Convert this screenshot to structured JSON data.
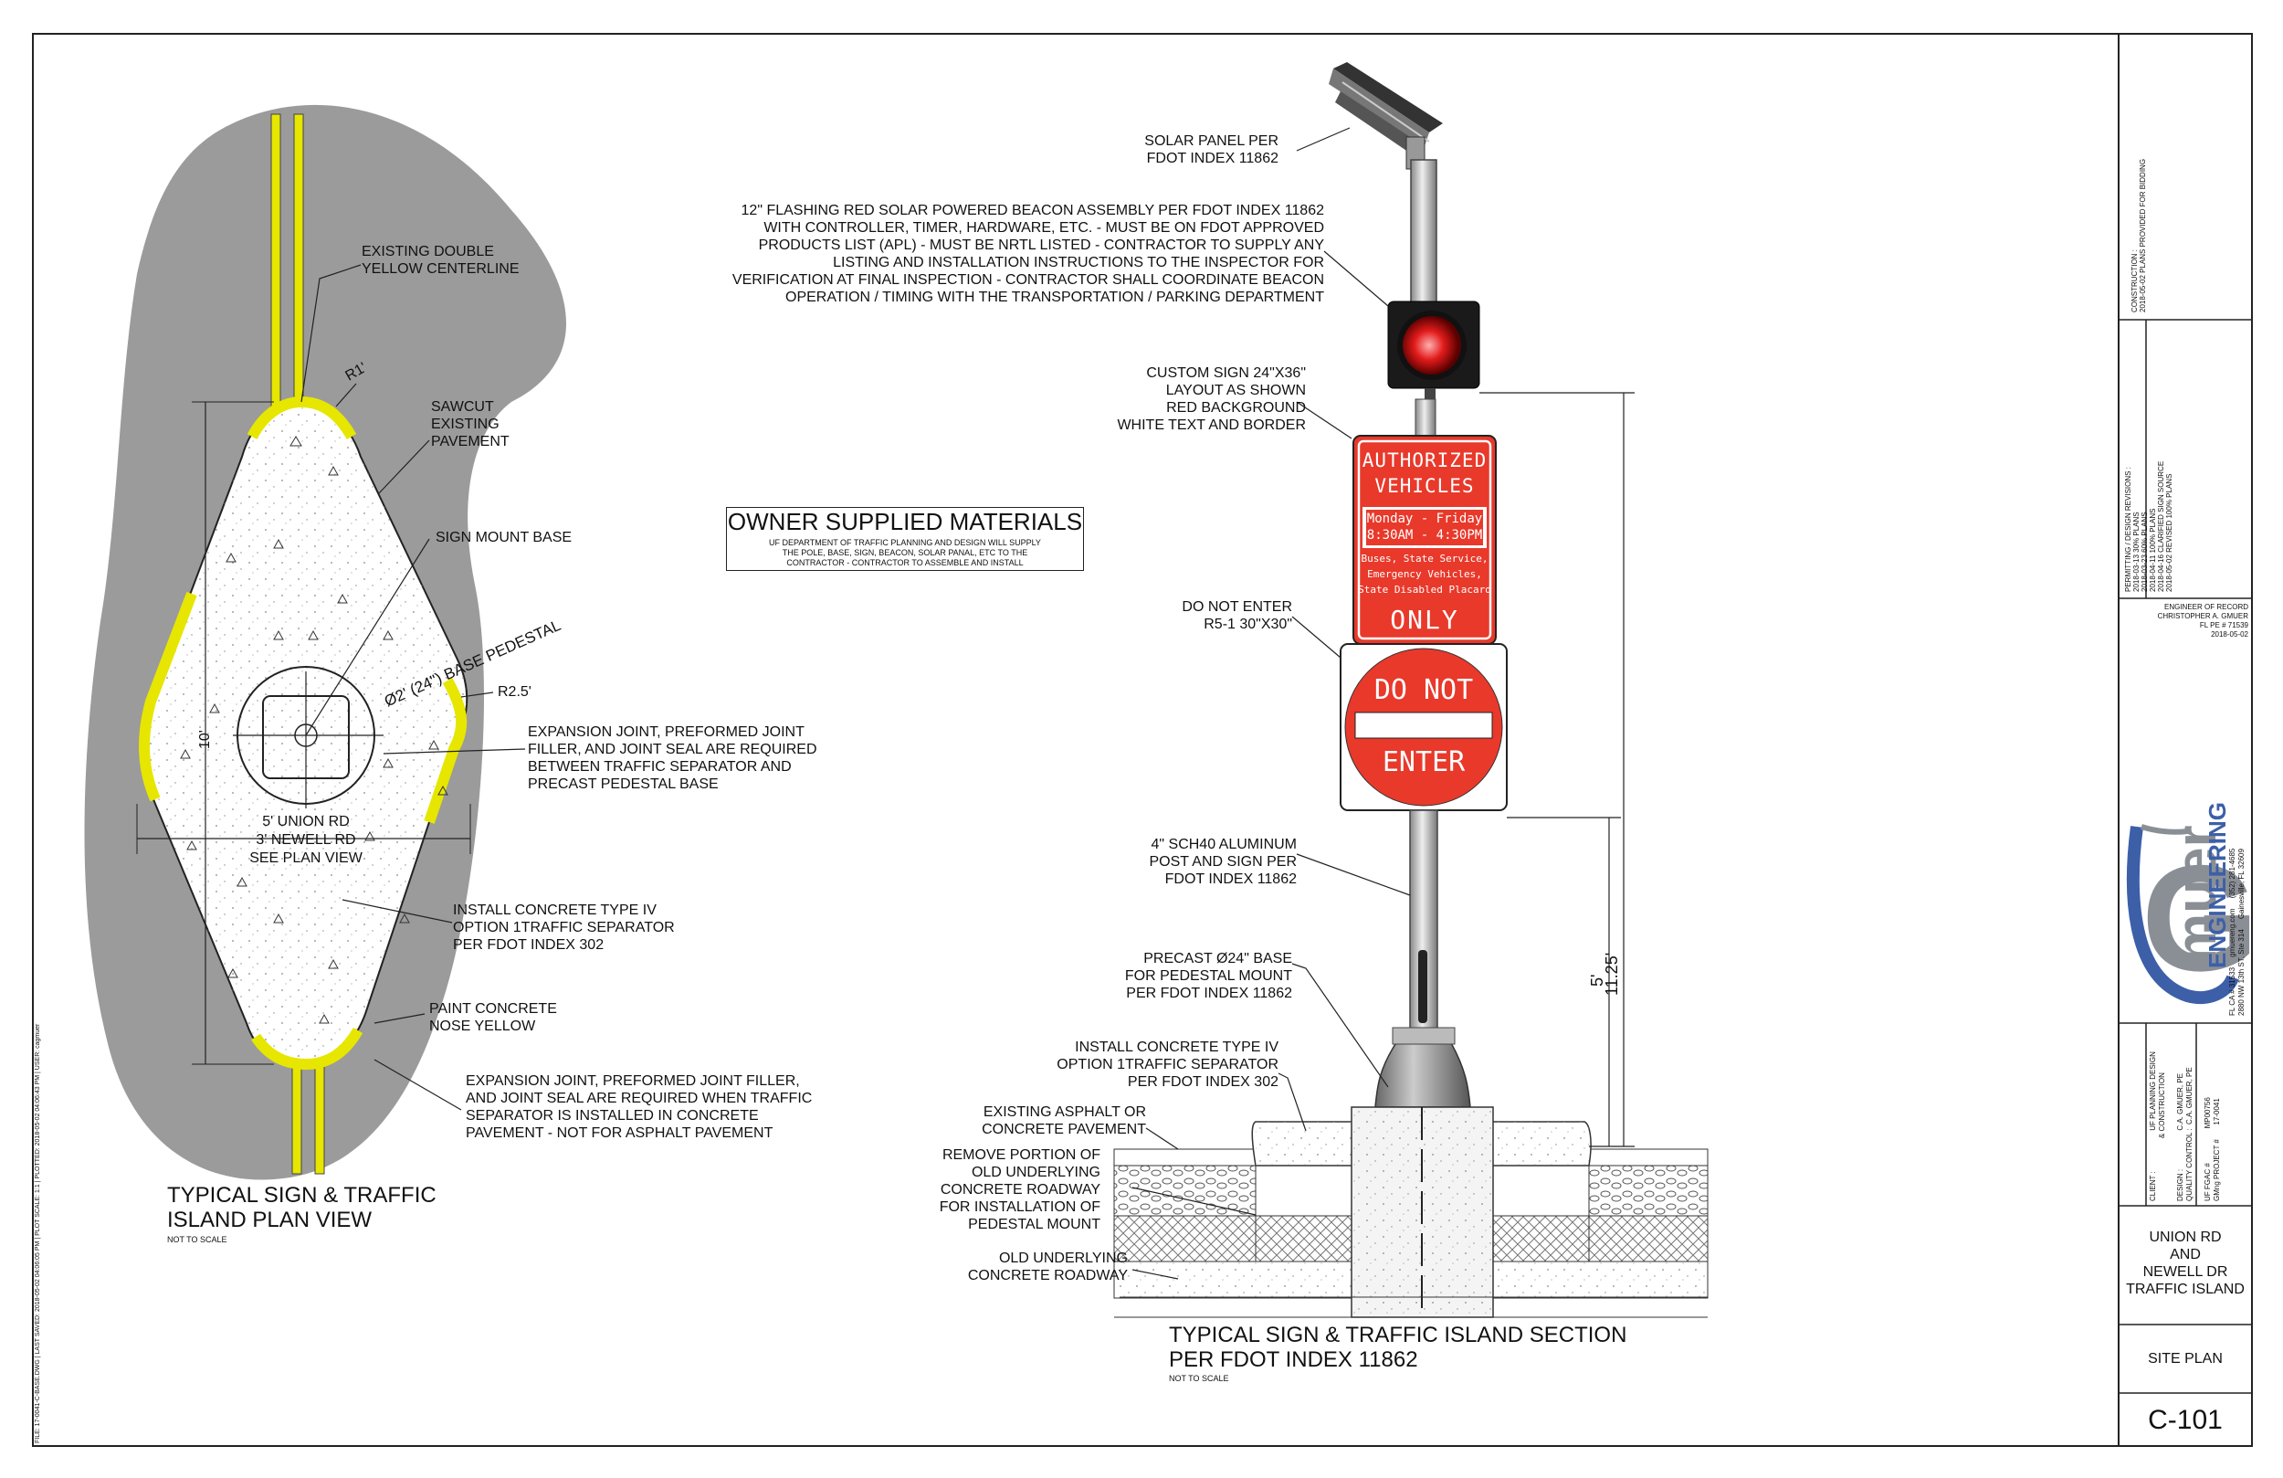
{
  "plan": {
    "title": "TYPICAL SIGN & TRAFFIC\nISLAND PLAN VIEW",
    "nts": "NOT TO SCALE",
    "dim_r1": "R1'",
    "dim_r25": "R2.5'",
    "dim_10": "10'",
    "dim_base": "Ø2' (24\") BASE PEDESTAL",
    "center_text": "5' UNION RD\n3' NEWELL RD\nSEE PLAN VIEW",
    "notes": {
      "centerline": "EXISTING DOUBLE\nYELLOW CENTERLINE",
      "sawcut": "SAWCUT\nEXISTING\nPAVEMENT",
      "mount": "SIGN MOUNT BASE",
      "expansion": "EXPANSION JOINT, PREFORMED JOINT\nFILLER, AND JOINT SEAL ARE REQUIRED\nBETWEEN TRAFFIC SEPARATOR AND\nPRECAST PEDESTAL BASE",
      "concrete": "INSTALL CONCRETE TYPE IV\nOPTION 1TRAFFIC SEPARATOR\nPER FDOT INDEX 302",
      "paint": "PAINT CONCRETE\nNOSE YELLOW",
      "expansion2": "EXPANSION JOINT, PREFORMED JOINT FILLER,\nAND JOINT SEAL ARE REQUIRED WHEN TRAFFIC\nSEPARATOR IS INSTALLED IN CONCRETE\nPAVEMENT - NOT FOR ASPHALT PAVEMENT"
    }
  },
  "owner": {
    "heading": "OWNER SUPPLIED MATERIALS",
    "body": "UF DEPARTMENT OF TRAFFIC PLANNING AND DESIGN WILL SUPPLY\nTHE POLE, BASE, SIGN, BEACON, SOLAR PANAL, ETC TO THE\nCONTRACTOR - CONTRACTOR TO ASSEMBLE AND INSTALL"
  },
  "section": {
    "title": "TYPICAL SIGN & TRAFFIC ISLAND SECTION\nPER FDOT INDEX 11862",
    "nts": "NOT TO SCALE",
    "dim_5": "5'",
    "dim_1125": "11.25'",
    "notes": {
      "solar": "SOLAR PANEL PER\nFDOT INDEX 11862",
      "beacon": "12\" FLASHING RED SOLAR POWERED BEACON ASSEMBLY PER FDOT INDEX 11862\nWITH CONTROLLER, TIMER, HARDWARE, ETC. - MUST BE ON FDOT APPROVED\nPRODUCTS LIST (APL) - MUST BE NRTL LISTED - CONTRACTOR TO SUPPLY ANY\nLISTING AND INSTALLATION INSTRUCTIONS TO THE INSPECTOR FOR\nVERIFICATION AT FINAL INSPECTION - CONTRACTOR SHALL COORDINATE BEACON\nOPERATION / TIMING WITH THE TRANSPORTATION / PARKING DEPARTMENT",
      "custom_sign": "CUSTOM SIGN 24\"X36\"\nLAYOUT AS SHOWN\nRED BACKGROUND\nWHITE TEXT AND BORDER",
      "do_not_enter": "DO NOT ENTER\nR5-1 30\"X30\"",
      "post": "4\" SCH40 ALUMINUM\nPOST AND SIGN PER\nFDOT INDEX 11862",
      "precast": "PRECAST Ø24\" BASE\nFOR PEDESTAL MOUNT\nPER FDOT INDEX 11862",
      "concrete": "INSTALL CONCRETE TYPE IV\nOPTION 1TRAFFIC SEPARATOR\nPER FDOT INDEX 302",
      "asphalt": "EXISTING ASPHALT OR\nCONCRETE PAVEMENT",
      "remove": "REMOVE PORTION OF\nOLD UNDERLYING\nCONCRETE ROADWAY\nFOR INSTALLATION OF\nPEDESTAL MOUNT",
      "old": "OLD UNDERLYING\nCONCRETE ROADWAY"
    },
    "sign": {
      "line1": "AUTHORIZED",
      "line2": "VEHICLES",
      "line3": "Monday - Friday",
      "line4": "8:30AM - 4:30PM",
      "line5": "Buses, State Service,",
      "line6": "Emergency Vehicles,",
      "line7": "State Disabled Placard",
      "line8": "ONLY"
    },
    "dne": {
      "top": "DO NOT",
      "bottom": "ENTER"
    }
  },
  "title_block": {
    "construction": "CONSTRUCTION :\n2018-05-02 PLANS PROVIDED FOR BIDDING",
    "revisions": "PERMITTING / DESIGN REVISIONS :\n2018-03-13 30% PLANS\n2018-03-23 60% PLANS\n2018-04-11 100% PLANS\n2018-04-16 CLARIFIED SIGN SOURCE\n2018-05-02 REVISED 100% PLANS",
    "engineer": "ENGINEER OF RECORD\nCHRISTOPHER A. GMUER\nFL PE # 71539\n2018-05-02",
    "logo_big": "muer",
    "logo_sub": "ENGINEERING",
    "logo_g": "G",
    "company": "FL CA # 31533     gmuereng.com     (352) 281-4685\n2880 NW 13th ST, Ste 314     Gainesville, FL 32609",
    "client": "CLIENT :                    UF PLANNING DESIGN\n                               & CONSTRUCTION\n\nDESIGN :                   C.A. GMUER, PE\nQUALITY CONTROL :  C.A. GMUER, PE\n\nUF FGAC #                 MP00756\nGMng PROJECT #       17-0041",
    "project": "UNION RD\nAND\nNEWELL DR\nTRAFFIC ISLAND",
    "sheet_title": "SITE PLAN",
    "sheet_no": "C-101"
  },
  "file_info": "FILE: 17-0041-C-BASE.DWG | LAST SAVED: 2018-05-02 04:06:05 PM | PLOT SCALE: 1:1 | PLOTTED: 2018-05-02 04:06:43 PM | USER: cagmuer",
  "colors": {
    "yellow": "#E6E600",
    "asphalt": "#9b9b9b",
    "sign_red": "#E8392B"
  }
}
